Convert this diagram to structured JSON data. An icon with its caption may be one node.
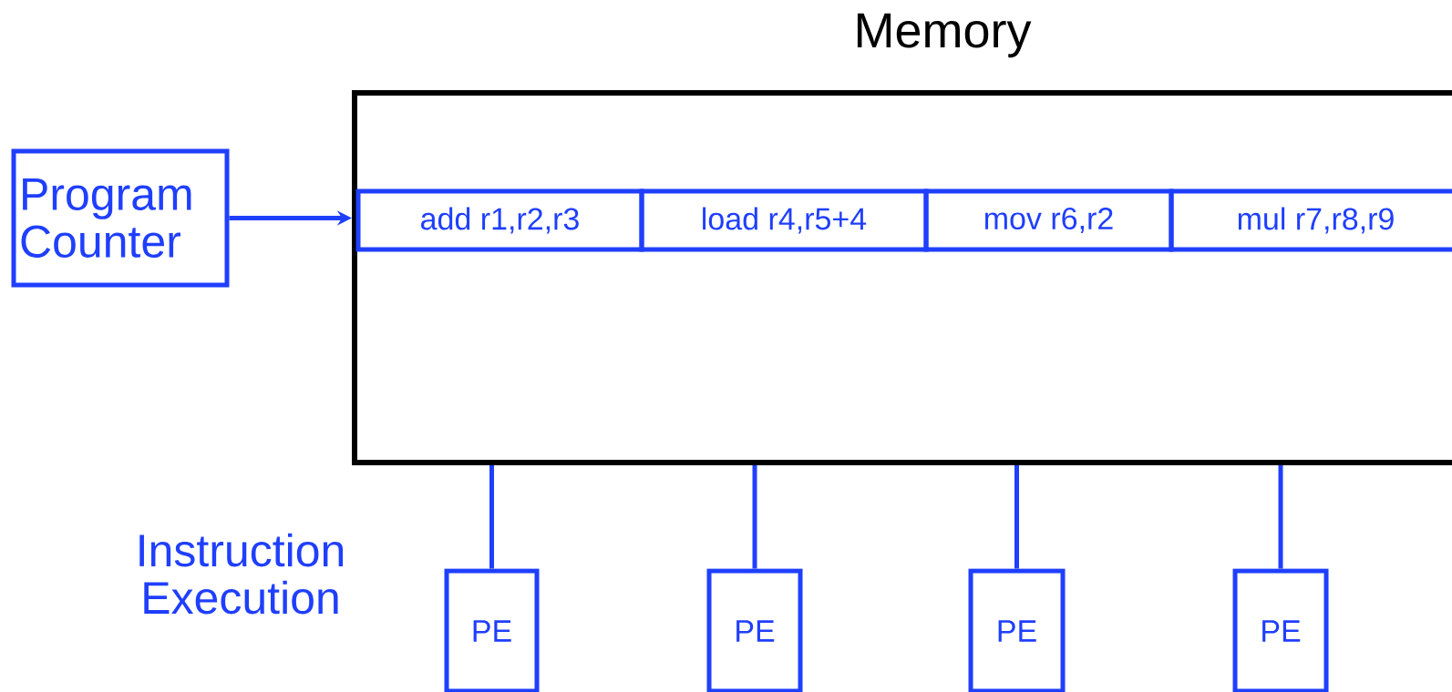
{
  "diagram": {
    "nodes": [
      {
        "text": [
          "Memory"
        ]
      },
      {
        "text": [
          "Program Counter"
        ]
      },
      {
        "text": [
          "add r1,r2,r3"
        ],
        "in": 0
      },
      {
        "text": [
          "load r4,r5+4"
        ],
        "in": 0
      },
      {
        "text": [
          "mov r6,r2"
        ],
        "in": 0
      },
      {
        "text": [
          "mul r7,r8,r9"
        ],
        "in": 0
      },
      {
        "text": [
          "PE"
        ]
      },
      {
        "text": [
          "PE"
        ]
      },
      {
        "text": [
          "PE"
        ]
      },
      {
        "text": [
          "PE"
        ]
      }
    ],
    "edges": [
      {
        "from": 1,
        "to": 0,
        "arrow": "to"
      },
      {
        "from": 0,
        "to": 6,
        "arrow": "none"
      },
      {
        "from": 0,
        "to": 7,
        "arrow": "none"
      },
      {
        "from": 0,
        "to": 8,
        "arrow": "none"
      },
      {
        "from": 0,
        "to": 9,
        "arrow": "none"
      }
    ],
    "labels": [
      "Instruction Execution"
    ]
  }
}
